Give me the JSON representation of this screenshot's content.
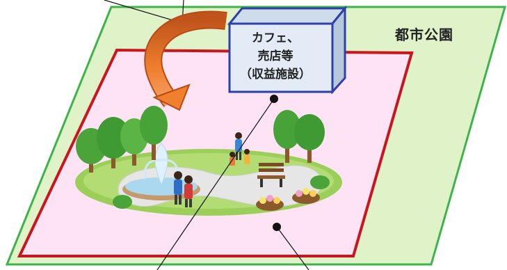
{
  "park": {
    "label": "都市公園"
  },
  "facility": {
    "line1": "カフェ、",
    "line2": "売店等",
    "line3": "（収益施設）"
  },
  "colors": {
    "park_fill": "#dff2c8",
    "park_border": "#3cb44a",
    "area_fill": "#fde3f4",
    "area_border": "#c8151e",
    "box_front": "#e3ecf6",
    "box_border": "#2d3fa8",
    "arrow": "#e06a22",
    "grass": "#9ccf5a",
    "path": "#e9e9e9"
  }
}
